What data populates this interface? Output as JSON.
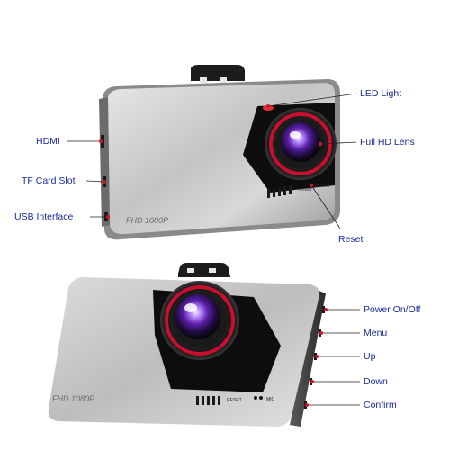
{
  "product": {
    "body_marking": "FHD 1080P",
    "reset_marking": "RESET",
    "mic_marking": "MIC"
  },
  "callouts": {
    "led_light": "LED Light",
    "full_hd_lens": "Full HD Lens",
    "hdmi": "HDMI",
    "tf_card_slot": "TF Card Slot",
    "usb_interface": "USB Interface",
    "reset": "Reset",
    "power_onoff": "Power On/Off",
    "menu": "Menu",
    "up": "Up",
    "down": "Down",
    "confirm": "Confirm"
  },
  "colors": {
    "label_text": "#1a2a9c",
    "leader_line": "#222222",
    "callout_dot": "#d0142b",
    "body_silver": "#c8c8c8",
    "lens_ring_red": "#c8102e"
  }
}
